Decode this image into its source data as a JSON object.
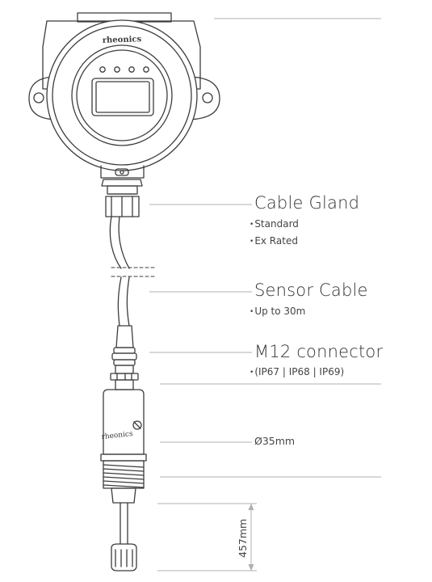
{
  "brand": {
    "housing_logo": "rheonics",
    "sensor_logo": "rheonics"
  },
  "callouts": {
    "cable_gland": {
      "title": "Cable Gland",
      "items": [
        "Standard",
        "Ex Rated"
      ]
    },
    "sensor_cable": {
      "title": "Sensor Cable",
      "items": [
        "Up to 30m"
      ]
    },
    "m12_connector": {
      "title": "M12 connector",
      "items": [
        "(IP67 | IP68 | IP69)"
      ]
    },
    "diameter": {
      "text": "Ø35mm"
    },
    "insertion_length": {
      "text": "457mm"
    }
  },
  "colors": {
    "outline": "#3c3c3c",
    "leader": "#b0b0b0"
  }
}
